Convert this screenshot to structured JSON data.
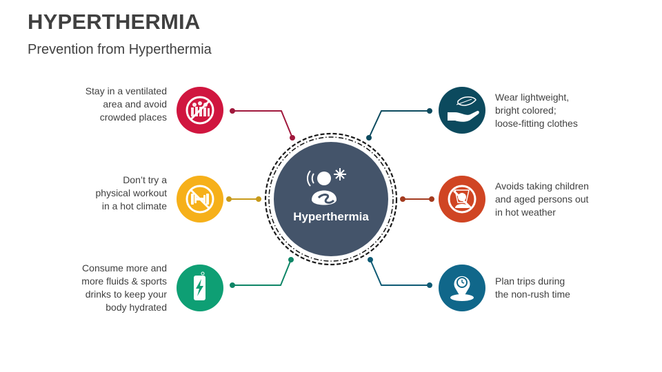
{
  "header": {
    "title": "HYPERTHERMIA",
    "subtitle": "Prevention from Hyperthermia"
  },
  "center": {
    "label": "Hyperthermia",
    "icon": "person-heat-icon",
    "color": "#44546A"
  },
  "items": [
    {
      "side": "left",
      "position": "top",
      "text_lines": [
        "Stay in a ventilated",
        "area and avoid",
        "crowded places"
      ],
      "icon": "no-crowd-icon",
      "color": "#D0163F"
    },
    {
      "side": "left",
      "position": "middle",
      "text_lines": [
        "Don’t try a",
        "physical workout",
        "in a hot climate"
      ],
      "icon": "no-workout-dumbbell-icon",
      "color": "#F6B01A"
    },
    {
      "side": "left",
      "position": "bottom",
      "text_lines": [
        "Consume more and",
        "more fluids & sports",
        "drinks to keep your",
        "body hydrated"
      ],
      "icon": "energy-drink-can-icon",
      "color": "#0E9F74"
    },
    {
      "side": "right",
      "position": "top",
      "text_lines": [
        "Wear lightweight,",
        "bright colored;",
        "loose-fitting clothes"
      ],
      "icon": "feather-hand-icon",
      "color": "#0C4A5E"
    },
    {
      "side": "right",
      "position": "middle",
      "text_lines": [
        "Avoids taking children",
        "and aged persons out",
        "in hot weather"
      ],
      "icon": "no-stroller-person-icon",
      "color": "#D04523"
    },
    {
      "side": "right",
      "position": "bottom",
      "text_lines": [
        "Plan trips during",
        "the non-rush time"
      ],
      "icon": "location-clock-icon",
      "color": "#10678A"
    }
  ]
}
